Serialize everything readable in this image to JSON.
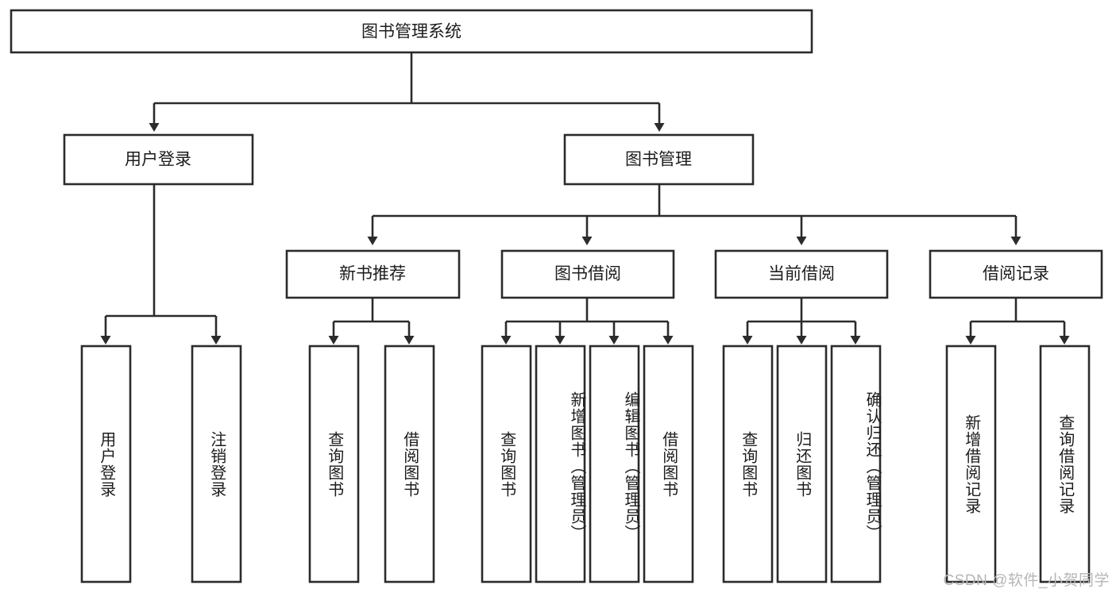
{
  "diagram": {
    "type": "tree",
    "title": "图书管理系统",
    "watermark": "CSDN @软件_小贺同学",
    "colors": {
      "box_stroke": "#2b2b2b",
      "box_fill": "#ffffff",
      "connector": "#2b2b2b",
      "text": "#1c1c1c",
      "watermark": "#b6b6b6",
      "background": "#ffffff"
    },
    "levels": {
      "root": {
        "id": "root",
        "label": "图书管理系统"
      },
      "level1": [
        {
          "id": "user-login",
          "label": "用户登录"
        },
        {
          "id": "book-manage",
          "label": "图书管理"
        }
      ],
      "level2": [
        {
          "id": "new-book-recommend",
          "label": "新书推荐",
          "parent": "book-manage"
        },
        {
          "id": "book-borrow",
          "label": "图书借阅",
          "parent": "book-manage"
        },
        {
          "id": "current-borrow",
          "label": "当前借阅",
          "parent": "book-manage"
        },
        {
          "id": "borrow-record",
          "label": "借阅记录",
          "parent": "book-manage"
        }
      ],
      "leaves": [
        {
          "id": "leaf-user-login",
          "label": "用户登录",
          "parent": "user-login"
        },
        {
          "id": "leaf-user-logout",
          "label": "注销登录",
          "parent": "user-login"
        },
        {
          "id": "leaf-query-book-1",
          "label": "查询图书",
          "parent": "new-book-recommend"
        },
        {
          "id": "leaf-borrow-book-1",
          "label": "借阅图书",
          "parent": "new-book-recommend"
        },
        {
          "id": "leaf-query-book-2",
          "label": "查询图书",
          "parent": "book-borrow"
        },
        {
          "id": "leaf-add-book",
          "label": "新增图书（管理员）",
          "parent": "book-borrow"
        },
        {
          "id": "leaf-edit-book",
          "label": "编辑图书（管理员）",
          "parent": "book-borrow"
        },
        {
          "id": "leaf-borrow-book-2",
          "label": "借阅图书",
          "parent": "book-borrow"
        },
        {
          "id": "leaf-query-book-3",
          "label": "查询图书",
          "parent": "current-borrow"
        },
        {
          "id": "leaf-return-book",
          "label": "归还图书",
          "parent": "current-borrow"
        },
        {
          "id": "leaf-confirm-return",
          "label": "确认归还（管理员）",
          "parent": "current-borrow"
        },
        {
          "id": "leaf-add-record",
          "label": "新增借阅记录",
          "parent": "borrow-record"
        },
        {
          "id": "leaf-query-record",
          "label": "查询借阅记录",
          "parent": "borrow-record"
        }
      ]
    }
  }
}
